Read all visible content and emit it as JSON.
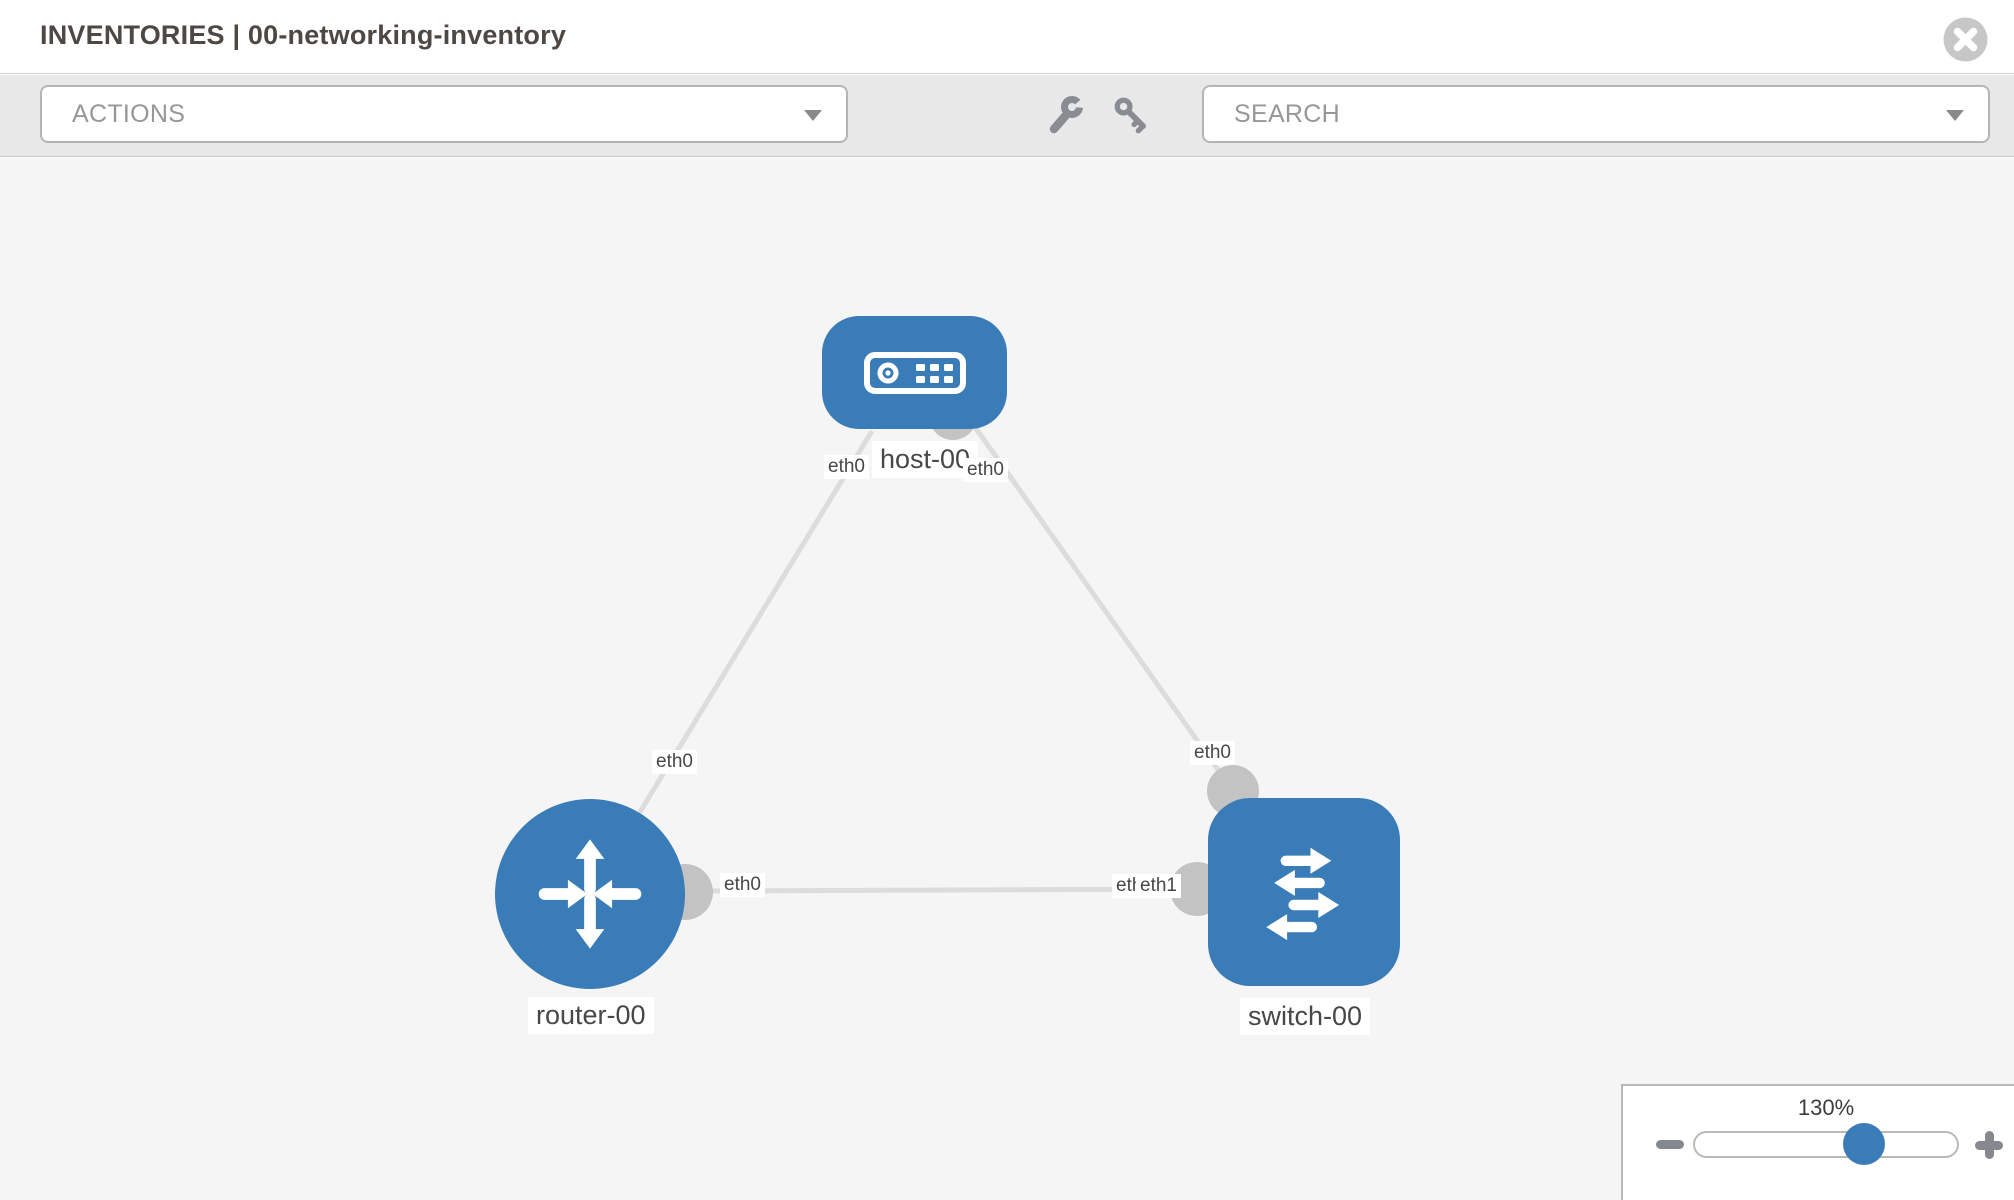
{
  "header": {
    "title": "INVENTORIES | 00-networking-inventory"
  },
  "toolbar": {
    "actions_label": "ACTIONS",
    "search_label": "SEARCH",
    "icons": [
      "wrench-icon",
      "key-icon"
    ]
  },
  "colors": {
    "node_blue": "#3a7cb8",
    "edge_gray": "#dcdcdc",
    "port_gray": "#c3c3c3",
    "toolbar_bg": "#e8e8e8",
    "canvas_bg": "#f5f5f5"
  },
  "topology": {
    "nodes": [
      {
        "label": "host-00",
        "type": "host"
      },
      {
        "label": "router-00",
        "type": "router"
      },
      {
        "label": "switch-00",
        "type": "switch"
      }
    ],
    "links": [
      {
        "source": "host-00",
        "source_interface": "eth0",
        "target": "router-00",
        "target_interface": "eth0"
      },
      {
        "source": "host-00",
        "source_interface": "eth0",
        "target": "switch-00",
        "target_interface": "eth0"
      },
      {
        "source": "router-00",
        "source_interface": "eth0",
        "target": "switch-00",
        "target_interface": "eth1"
      }
    ]
  },
  "zoom_control": {
    "value": "130%"
  }
}
